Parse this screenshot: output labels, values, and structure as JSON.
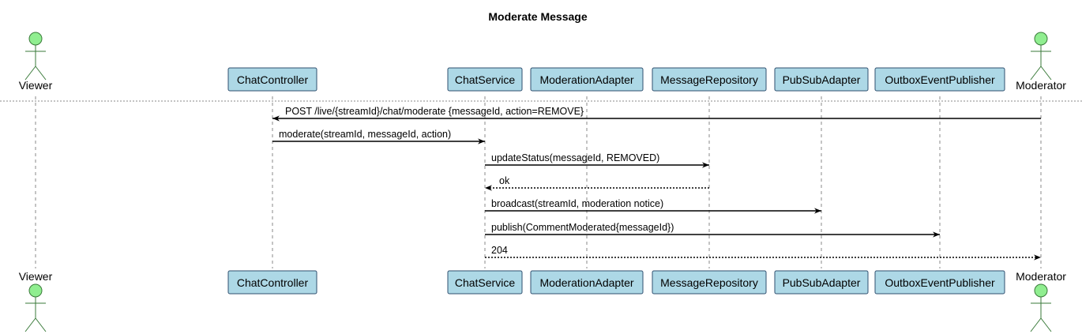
{
  "title": "Moderate Message",
  "colors": {
    "participant_fill": "#ADD8E6",
    "participant_stroke": "#2F4F6F",
    "actor_fill": "#90EE90",
    "actor_stroke": "#3A7A3A",
    "lifeline": "#888888",
    "arrow": "#000000"
  },
  "actors": [
    {
      "id": "viewer",
      "label": "Viewer"
    },
    {
      "id": "moderator",
      "label": "Moderator"
    }
  ],
  "participants": [
    {
      "id": "chatcontroller",
      "label": "ChatController"
    },
    {
      "id": "chatservice",
      "label": "ChatService"
    },
    {
      "id": "moderationadapter",
      "label": "ModerationAdapter"
    },
    {
      "id": "messagerepository",
      "label": "MessageRepository"
    },
    {
      "id": "pubsubadapter",
      "label": "PubSubAdapter"
    },
    {
      "id": "outboxeventpublisher",
      "label": "OutboxEventPublisher"
    }
  ],
  "messages": [
    {
      "from": "moderator",
      "to": "chatcontroller",
      "label": "POST /live/{streamId}/chat/moderate {messageId, action=REMOVE}",
      "style": "solid"
    },
    {
      "from": "chatcontroller",
      "to": "chatservice",
      "label": "moderate(streamId, messageId, action)",
      "style": "solid"
    },
    {
      "from": "chatservice",
      "to": "messagerepository",
      "label": "updateStatus(messageId, REMOVED)",
      "style": "solid"
    },
    {
      "from": "messagerepository",
      "to": "chatservice",
      "label": "ok",
      "style": "dotted"
    },
    {
      "from": "chatservice",
      "to": "pubsubadapter",
      "label": "broadcast(streamId, moderation notice)",
      "style": "solid"
    },
    {
      "from": "chatservice",
      "to": "outboxeventpublisher",
      "label": "publish(CommentModerated{messageId})",
      "style": "solid"
    },
    {
      "from": "chatservice",
      "to": "moderator",
      "label": "204",
      "style": "dotted"
    }
  ]
}
